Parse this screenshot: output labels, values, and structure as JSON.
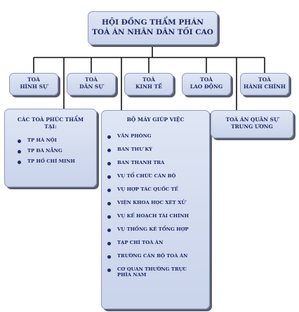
{
  "title": {
    "line1": "HỘI ĐỒNG THẨM PHÁN",
    "line2": "TOÀ ÁN NHÂN DÂN TỐI CAO"
  },
  "courts": [
    {
      "line1": "TOÀ",
      "line2": "HÌNH SỰ"
    },
    {
      "line1": "TOÀ",
      "line2": "DÂN SỰ"
    },
    {
      "line1": "TOÀ",
      "line2": "KINH TẾ"
    },
    {
      "line1": "TOÀ",
      "line2": "LAO ĐỘNG"
    },
    {
      "line1": "TOÀ",
      "line2": "HÀNH CHÍNH"
    }
  ],
  "appeal_courts": {
    "title_line1": "CÁC TOÀ PHÚC THẨM",
    "title_line2": "TẠI:",
    "items": [
      "TP HÀ NỘI",
      "TP ĐÀ NẴNG",
      "TP HỒ CHÍ MINH"
    ]
  },
  "support_apparatus": {
    "title": "BỘ MÁY GIÚP VIỆC",
    "items": [
      "VĂN PHÒNG",
      "BAN THƯ KÝ",
      "BAN THANH TRA",
      "VỤ TỔ CHỨC CÁN BỘ",
      "VỤ HỢP TÁC QUỐC TẾ",
      "VIỆN KHOA HỌC XÉT XỬ",
      "VỤ KẾ HOẠCH TÀI CHÍNH",
      "VỤ THỐNG KÊ TỔNG HỢP",
      "TẠP CHÍ TOÀ ÁN",
      "TRƯỜNG CÁN BỘ TOÀ ÁN",
      "CƠ QUAN THƯỜNG TRỰC PHÍA NAM"
    ]
  },
  "military_court": {
    "line1": "TOÀ ÁN QUÂN SỰ",
    "line2": "TRUNG ƯƠNG"
  },
  "colors": {
    "box_fill": "#d4dcef",
    "box_border": "#8e9bc2",
    "text": "#1f2a6b",
    "lines": "#111111"
  }
}
